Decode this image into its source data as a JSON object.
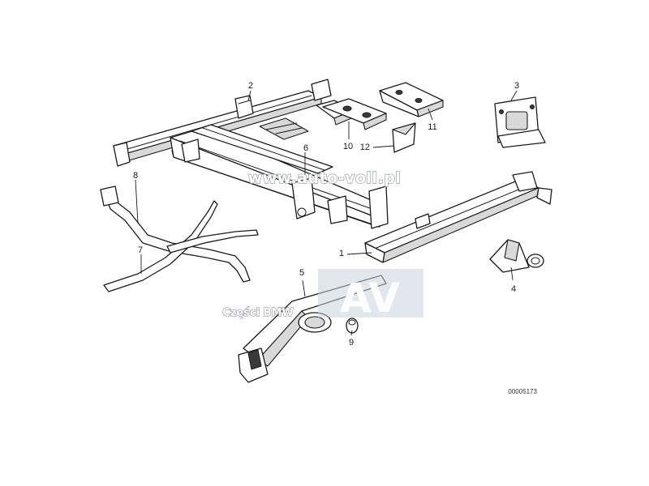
{
  "callouts": {
    "c1": "1",
    "c2": "2",
    "c3": "3",
    "c4": "4",
    "c5": "5",
    "c6": "6",
    "c7": "7",
    "c8": "8",
    "c9": "9",
    "c10": "10",
    "c11": "11",
    "c12": "12"
  },
  "watermark": {
    "url": "www.auto-voll.pl",
    "caption": "Części BMW",
    "logo_letters": "AV",
    "logo_color": "#c9d3de"
  },
  "document_number": "00005173"
}
